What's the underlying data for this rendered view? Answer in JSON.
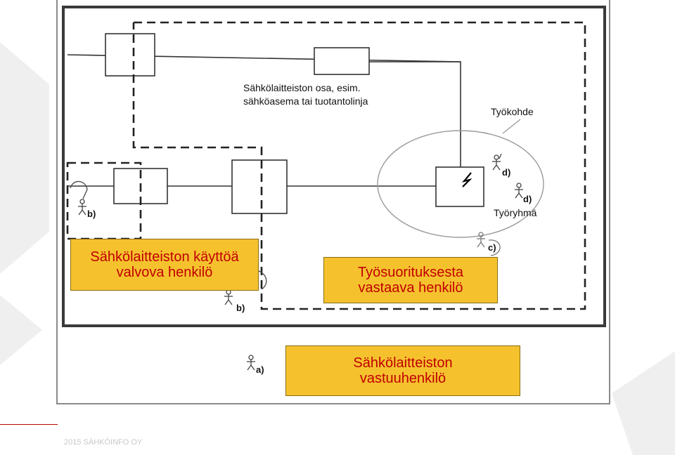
{
  "diagram": {
    "labels": {
      "part_line1": "Sähkölaitteiston osa, esim.",
      "part_line2": "sähköasema tai tuotantolinja",
      "work_site": "Työkohde",
      "work_group": "Työryhmä"
    },
    "person_markers": {
      "a": "a)",
      "b_left": "b)",
      "b_bottom": "b)",
      "c": "c)",
      "d_top": "d)",
      "d_bottom": "d)"
    },
    "callouts": {
      "operation_supervisor": {
        "line1": "Sähkölaitteiston käyttöä",
        "line2": "valvova henkilö"
      },
      "work_manager": {
        "line1": "Työsuorituksesta",
        "line2": "vastaava henkilö"
      },
      "installation_manager": {
        "line1": "Sähkölaitteiston",
        "line2": "vastuuhenkilö"
      }
    },
    "colors": {
      "callout_fill": "#f5c22e",
      "callout_text": "#c00000",
      "frame": "#3a3a3a"
    }
  },
  "footer": {
    "copyright": "2015 SÄHKÖINFO OY"
  }
}
